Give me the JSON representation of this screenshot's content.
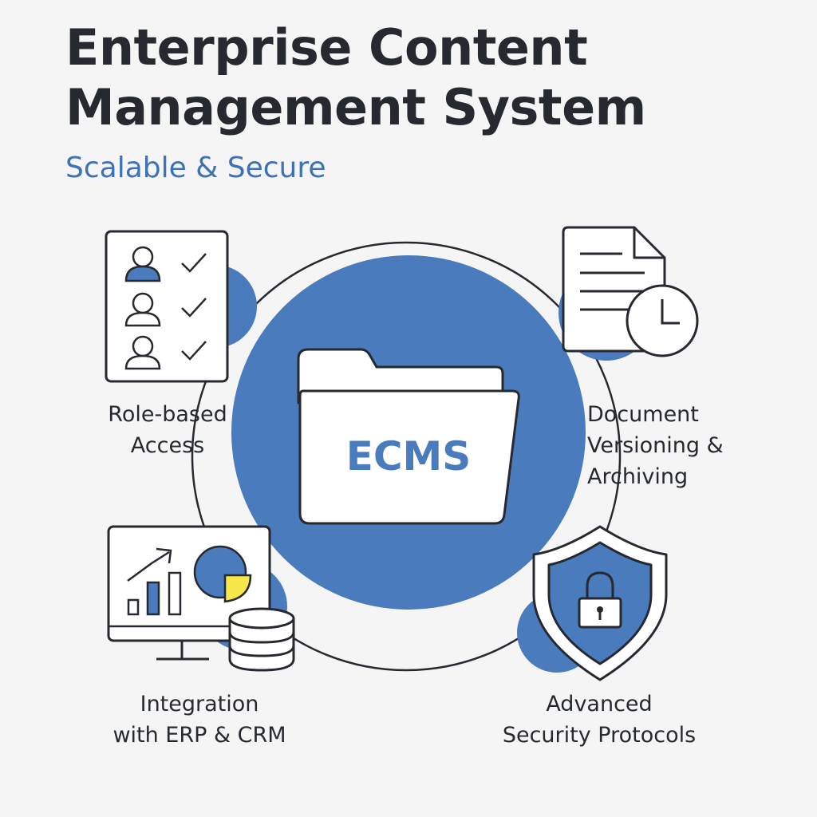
{
  "header": {
    "title_line1": "Enterprise Content",
    "title_line2": "Management System",
    "subtitle": "Scalable & Secure"
  },
  "center": {
    "label": "ECMS",
    "icon": "folder-icon"
  },
  "features": [
    {
      "line1": "Role-based",
      "line2": "Access",
      "icon": "user-checklist-icon"
    },
    {
      "line1": "Document",
      "line2": "Versioning &",
      "line3": "Archiving",
      "icon": "document-clock-icon"
    },
    {
      "line1": "Integration",
      "line2": "with ERP & CRM",
      "icon": "analytics-monitor-database-icon"
    },
    {
      "line1": "Advanced",
      "line2": "Security Protocols",
      "icon": "shield-lock-icon"
    }
  ],
  "colors": {
    "accent_blue": "#4a7bbd",
    "subtitle_blue": "#3f72b5",
    "highlight_yellow": "#f7e64a",
    "ink": "#262a30",
    "background": "#f5f5f5"
  }
}
